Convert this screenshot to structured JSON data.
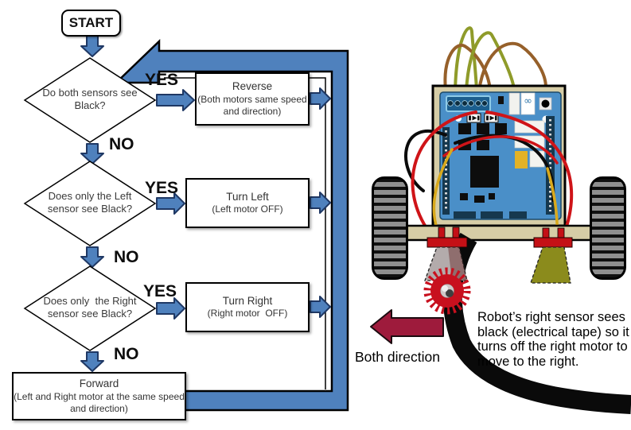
{
  "flowchart": {
    "start_label": "START",
    "decisions": [
      {
        "line1": "Do both sensors see",
        "line2": "Black?",
        "yes": "YES",
        "no": "NO"
      },
      {
        "line1": "Does only the Left",
        "line2": "sensor see Black?",
        "yes": "YES",
        "no": "NO"
      },
      {
        "line1": "Does only  the Right",
        "line2": "sensor see Black?",
        "yes": "YES",
        "no": "NO"
      }
    ],
    "actions": [
      {
        "title": "Reverse",
        "subtitle": "(Both motors same speed\nand direction)"
      },
      {
        "title": "Turn Left",
        "subtitle": "(Left motor OFF)"
      },
      {
        "title": "Turn Right",
        "subtitle": "(Right motor  OFF)"
      },
      {
        "title": "Forward",
        "subtitle": "(Left and Right motor at the same speed\nand direction)"
      }
    ],
    "colors": {
      "arrow_fill": "#4f81bd",
      "small_arrow_outline": "#1f3864",
      "loop_outline": "#000000"
    }
  },
  "annotation": {
    "direction_label": "Both direction",
    "direction_arrow_color": "#9e1b3c",
    "caption_lines": [
      "Robot’s right sensor sees",
      "black (electrical tape) so it",
      "turns off the right motor to",
      "move to the right."
    ]
  },
  "robot": {
    "parts": [
      "chassis",
      "arduino-motor-shield-board",
      "left-wheel",
      "right-wheel",
      "left-line-sensor",
      "right-line-sensor",
      "electrical-tape-line",
      "jumper-wires"
    ]
  }
}
